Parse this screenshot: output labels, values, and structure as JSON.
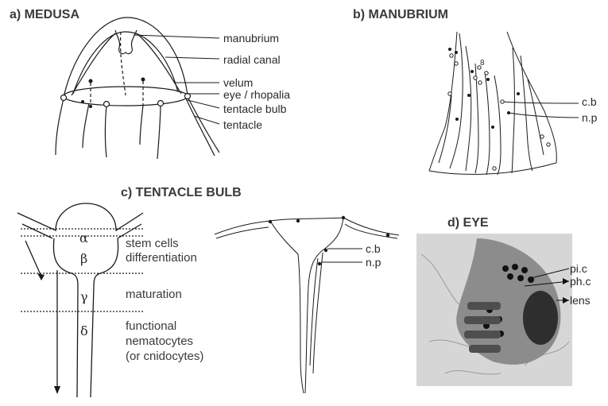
{
  "panels": {
    "medusa": {
      "title": "a) MEDUSA",
      "labels": {
        "manubrium": "manubrium",
        "radial_canal": "radial canal",
        "velum": "velum",
        "eye": "eye / rhopalia",
        "tentacle_bulb": "tentacle bulb",
        "tentacle": "tentacle"
      }
    },
    "manubrium": {
      "title": "b) MANUBRIUM",
      "labels": {
        "cb": "c.b",
        "np": "n.p"
      }
    },
    "tentacle_bulb": {
      "title": "c) TENTACLE BULB",
      "zones": {
        "alpha": "α",
        "beta": "β",
        "gamma": "γ",
        "delta": "δ"
      },
      "stages": {
        "stem_cells": "stem cells",
        "differentiation": "differentiation",
        "maturation": "maturation",
        "functional_1": "functional",
        "functional_2": "nematocytes",
        "functional_3": "(or cnidocytes)"
      },
      "labels": {
        "cb": "c.b",
        "np": "n.p"
      }
    },
    "eye": {
      "title": "d) EYE",
      "labels": {
        "pic": "pi.c",
        "phc": "ph.c",
        "lens": "lens"
      }
    }
  }
}
